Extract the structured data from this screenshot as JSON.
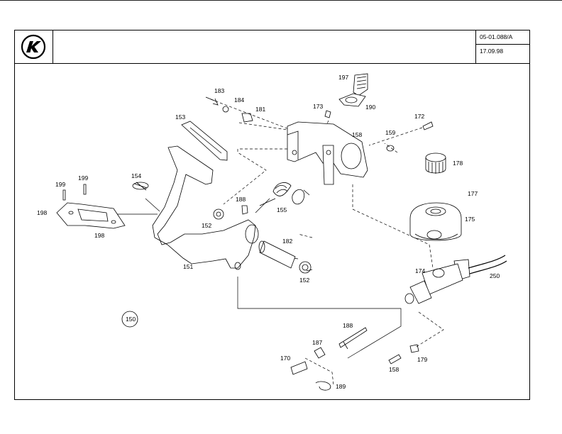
{
  "header": {
    "drawing_number": "05-01.088/A",
    "date": "17.09.98"
  },
  "diagram": {
    "group_number": "150",
    "part_labels": [
      "197",
      "183",
      "184",
      "181",
      "173",
      "190",
      "153",
      "172",
      "159",
      "158",
      "178",
      "154",
      "199",
      "199",
      "188",
      "198",
      "155",
      "177",
      "152",
      "175",
      "182",
      "198",
      "151",
      "174",
      "250",
      "152",
      "188",
      "187",
      "158",
      "179",
      "170",
      "189"
    ]
  },
  "icons": [
    "brand-logo-icon"
  ]
}
